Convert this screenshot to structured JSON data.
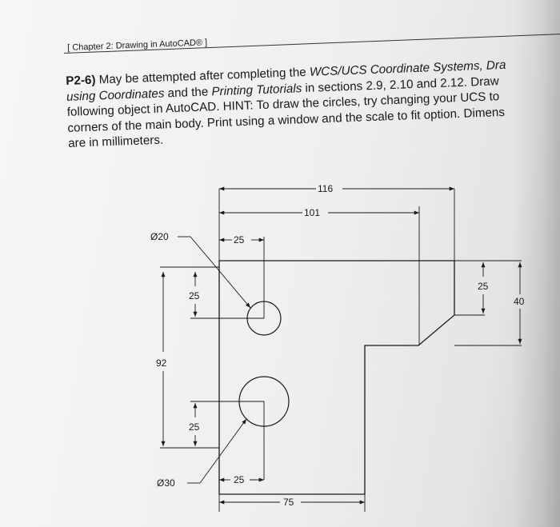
{
  "header": {
    "chapter": "[ Chapter 2: Drawing in AutoCAD® ]"
  },
  "paragraph": {
    "l1_num": "P2-6)",
    "l1_a": " May be attempted after completing the ",
    "l1_it": "WCS/UCS Coordinate Systems, Dra",
    "l2_it1": "using Coordinates",
    "l2_a": " and the ",
    "l2_it2": "Printing Tutorials",
    "l2_b": " in sections 2.9, 2.10 and 2.12. Draw",
    "l3": "following object in AutoCAD.  HINT:  To draw the circles, try changing your UCS to",
    "l4": "corners of the main body.  Print using a window and the scale to fit option.  Dimens",
    "l5": "are in millimeters."
  },
  "dimensions": {
    "d116": "116",
    "d101": "101",
    "d20": "Ø20",
    "d25_top": "25",
    "d25_left_top": "25",
    "d92": "92",
    "d25_left_bottom": "25",
    "d30": "Ø30",
    "d25_bottom": "25",
    "d75": "75",
    "d25_right": "25",
    "d40": "40"
  }
}
